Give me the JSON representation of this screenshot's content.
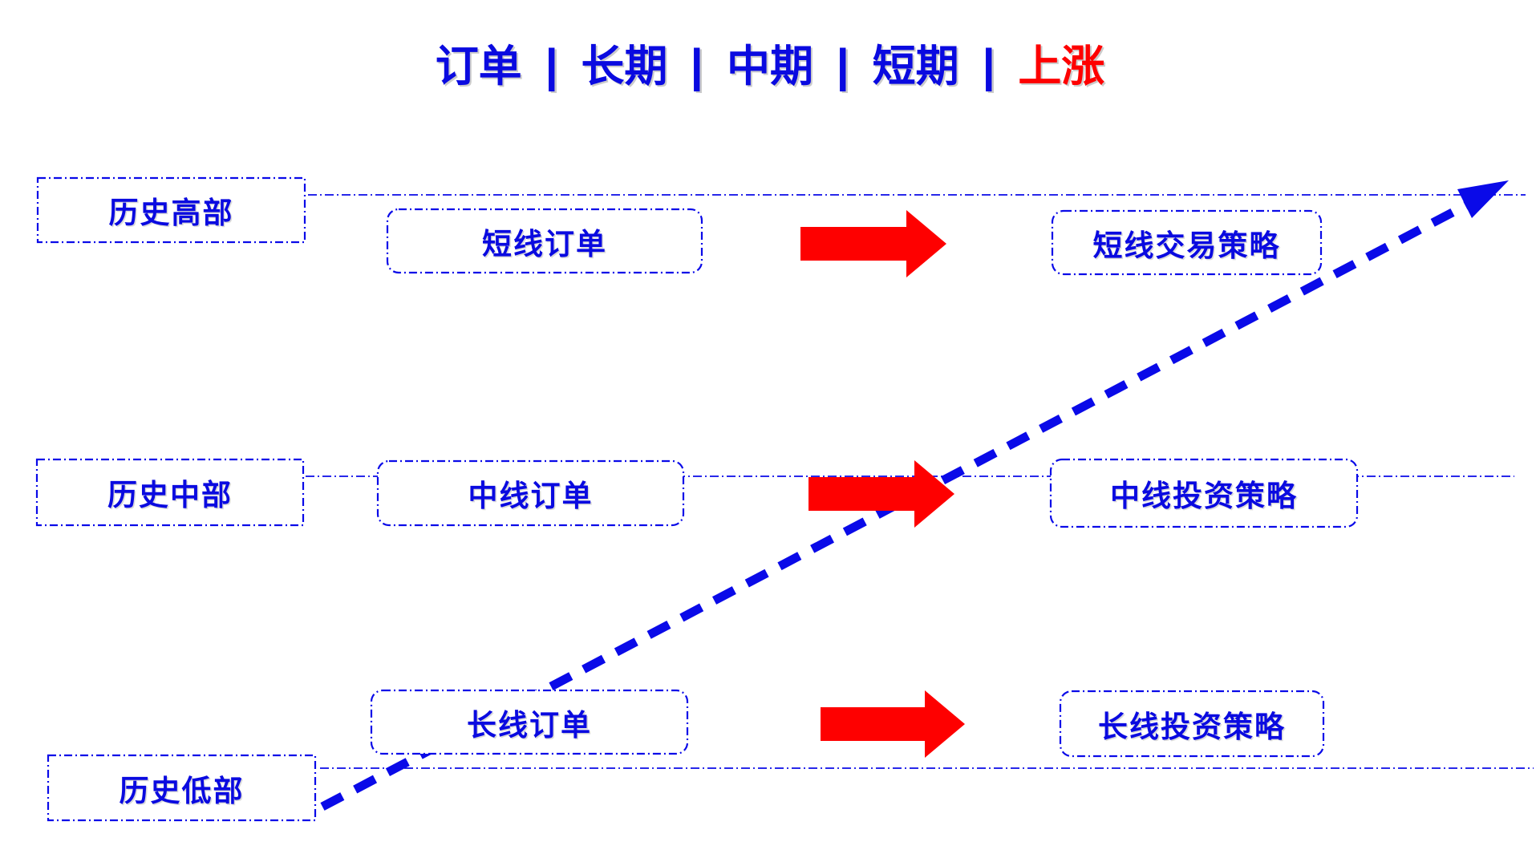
{
  "title": {
    "segments": [
      "订单",
      "|",
      "长期",
      "|",
      "中期",
      "|",
      "短期",
      "|",
      "上涨"
    ],
    "highlight_text": "上涨",
    "base_color": "#0a0ae0",
    "highlight_color": "#fe0000"
  },
  "rows": [
    {
      "level": "high",
      "axis_label": "历史高部",
      "order_label": "短线订单",
      "strategy_label": "短线交易策略"
    },
    {
      "level": "mid",
      "axis_label": "历史中部",
      "order_label": "中线订单",
      "strategy_label": "中线投资策略"
    },
    {
      "level": "low",
      "axis_label": "历史低部",
      "order_label": "长线订单",
      "strategy_label": "长线投资策略"
    }
  ],
  "icons": {
    "flow_arrow": "right-block-arrow",
    "trend_arrow": "uptrend-dashed-arrow"
  },
  "colors": {
    "blue": "#0a0ae8",
    "red": "#fe0000",
    "background": "#ffffff"
  }
}
